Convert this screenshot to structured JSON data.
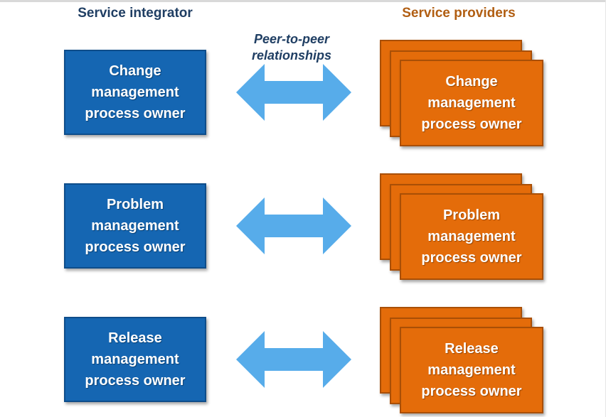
{
  "headings": {
    "left": "Service integrator",
    "right": "Service providers"
  },
  "relationship_label": {
    "line1": "Peer-to-peer",
    "line2": "relationships"
  },
  "rows": [
    {
      "integrator": {
        "line1": "Change",
        "line2": "management",
        "line3": "process owner"
      },
      "provider": {
        "line1": "Change",
        "line2": "management",
        "line3": "process owner"
      }
    },
    {
      "integrator": {
        "line1": "Problem",
        "line2": "management",
        "line3": "process owner"
      },
      "provider": {
        "line1": "Problem",
        "line2": "management",
        "line3": "process owner"
      }
    },
    {
      "integrator": {
        "line1": "Release",
        "line2": "management",
        "line3": "process owner"
      },
      "provider": {
        "line1": "Release",
        "line2": "management",
        "line3": "process owner"
      }
    }
  ],
  "colors": {
    "integrator_fill": "#1566b2",
    "provider_fill": "#e46c0a",
    "arrow_fill": "#57acea",
    "heading_left": "#1f3e63",
    "heading_right": "#b15e12"
  }
}
